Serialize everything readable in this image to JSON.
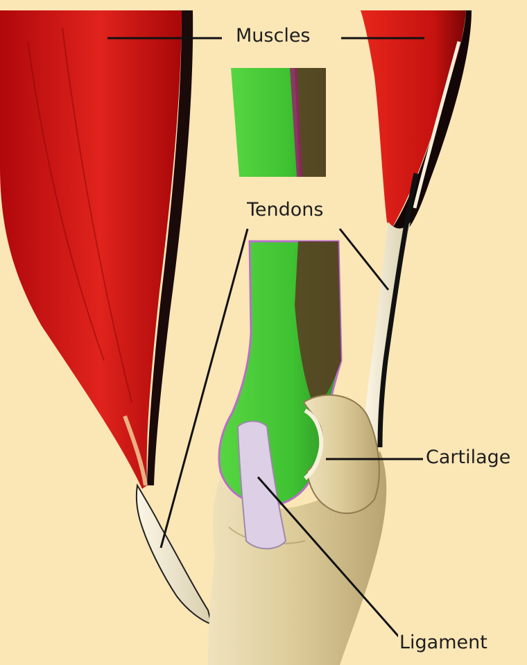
{
  "labels": {
    "muscles": "Muscles",
    "tendons": "Tendons",
    "cartilage": "Cartilage",
    "ligament": "Ligament"
  },
  "colors": {
    "background": "#fbe6b6",
    "muscle": "#c8141a",
    "bone_highlight": "#4fcf3a",
    "bone": "#e8d7a6",
    "ligament": "#ddd0e6",
    "cartilage_edge": "#b770c8",
    "tendon": "#f2ead2"
  }
}
